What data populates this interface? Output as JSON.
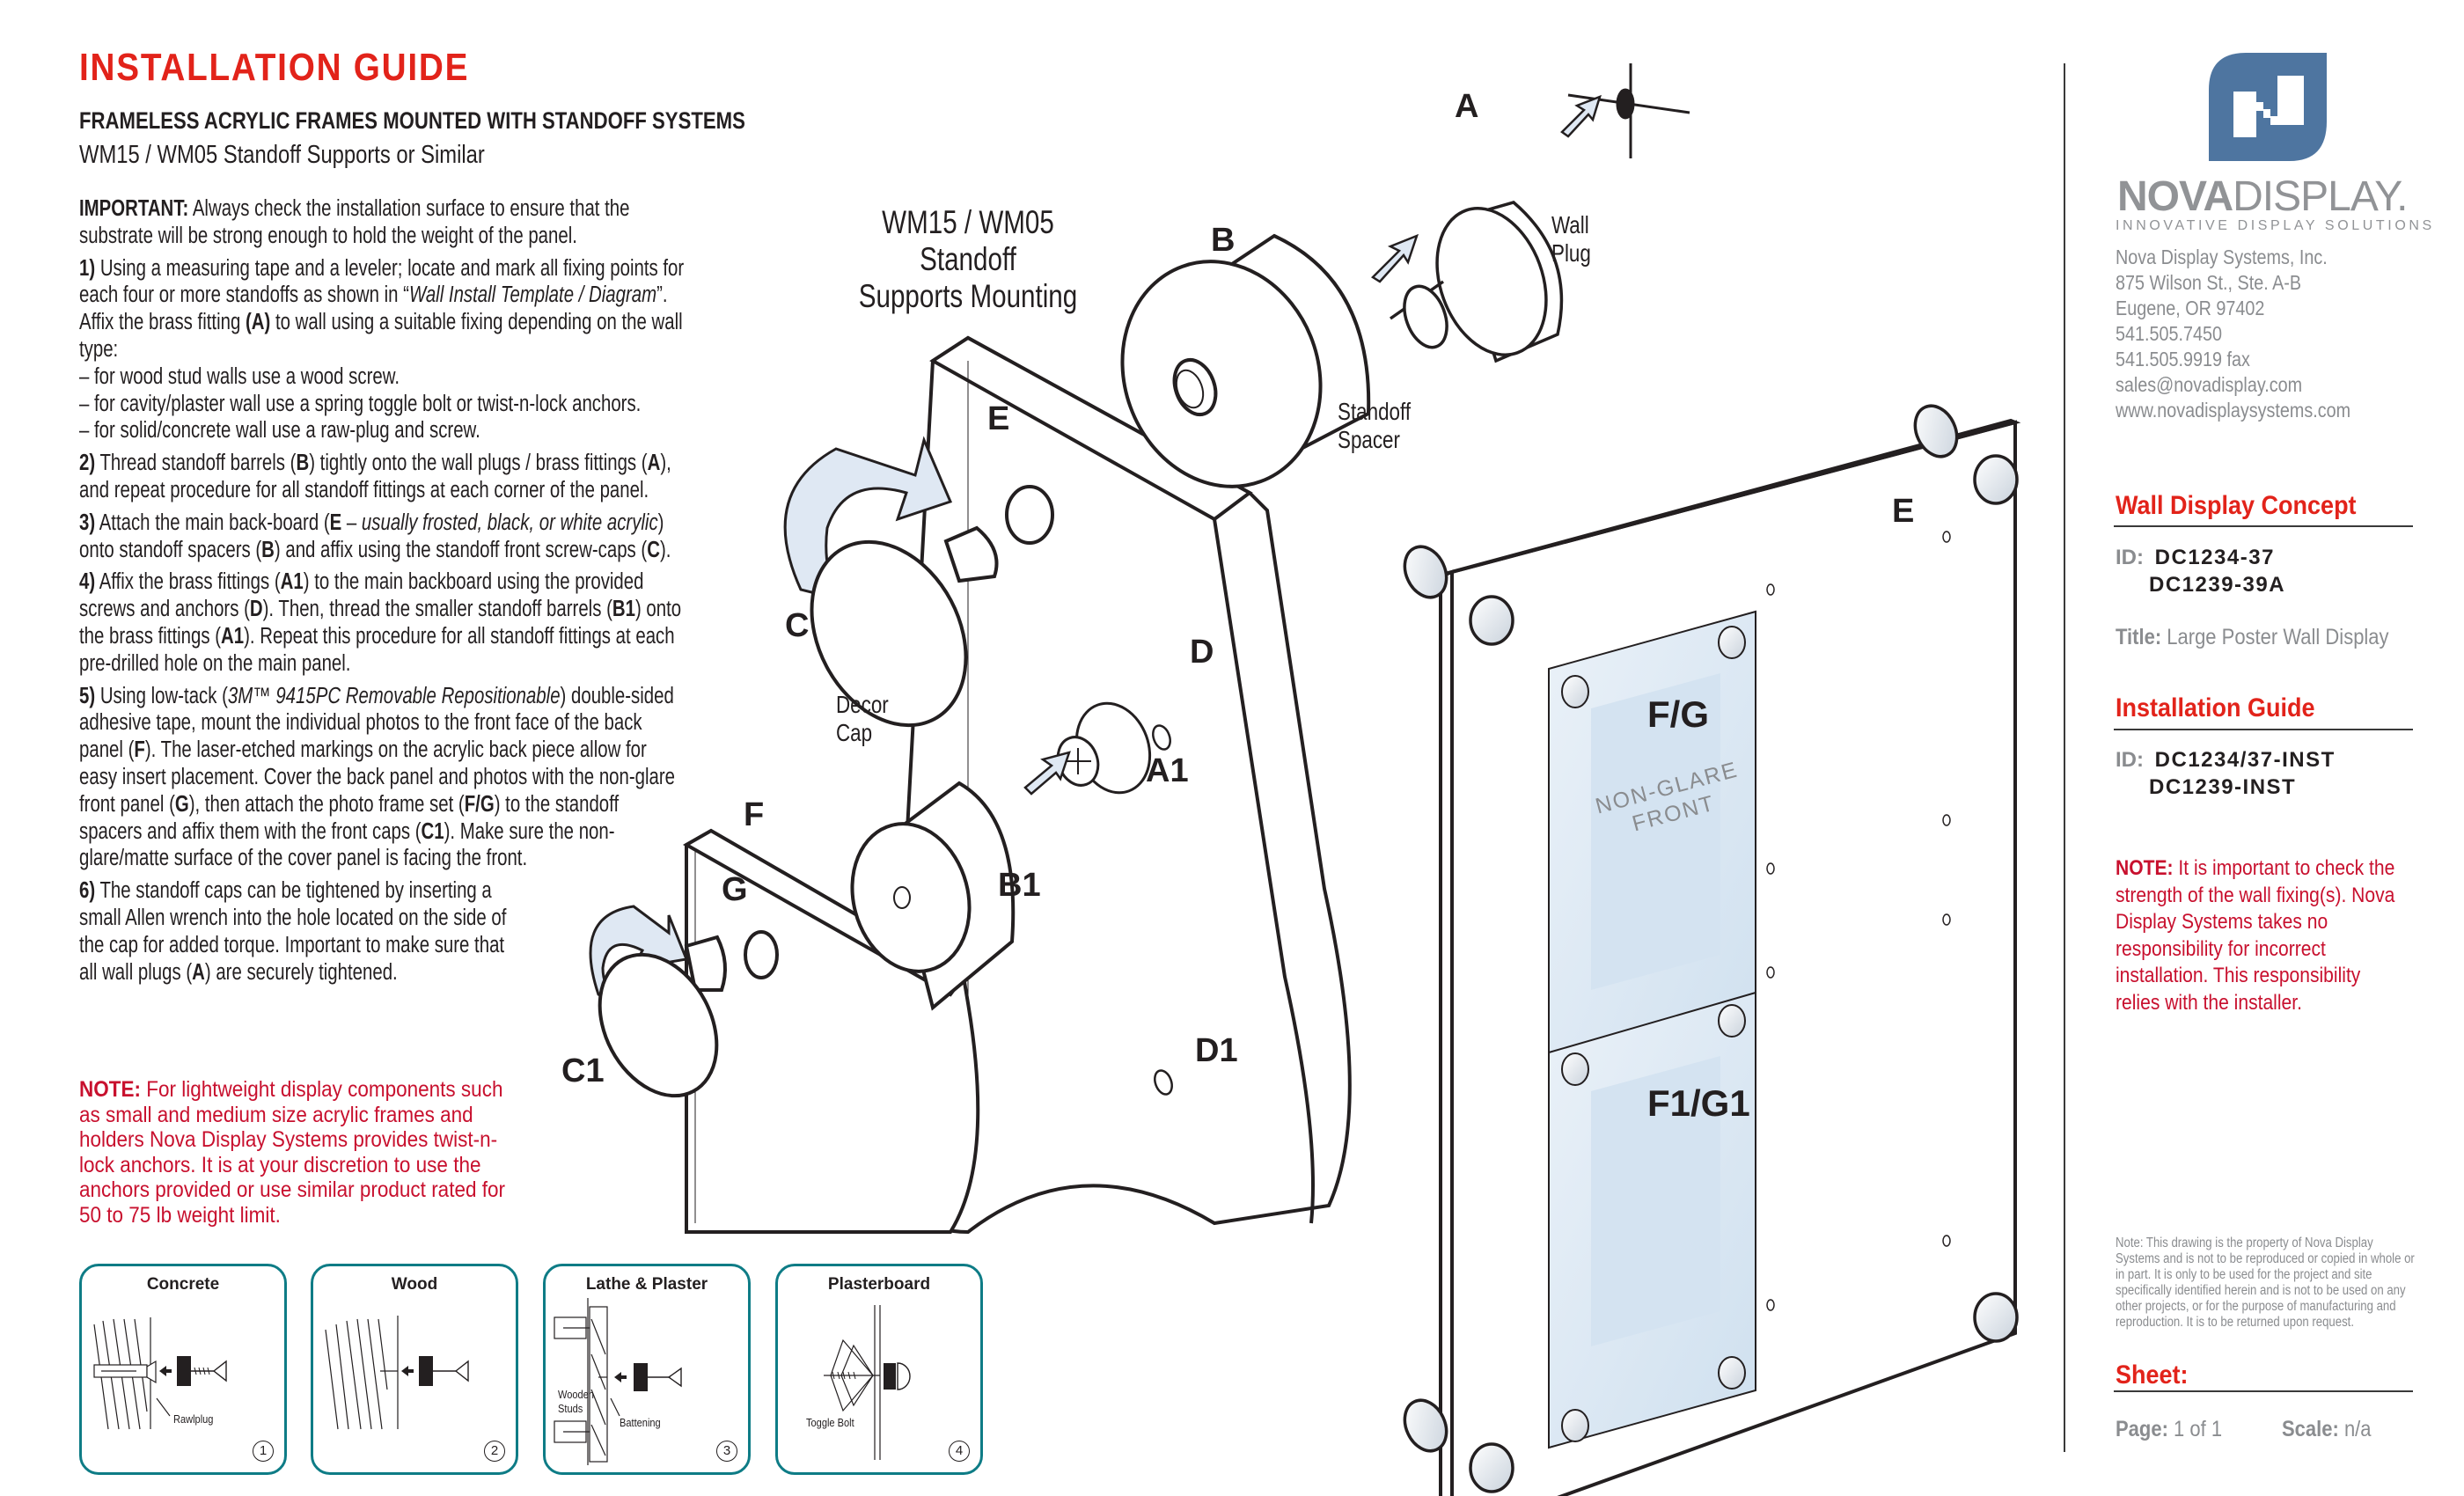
{
  "header": {
    "title": "INSTALLATION GUIDE",
    "subtitle": "FRAMELESS ACRYLIC FRAMES MOUNTED WITH STANDOFF SYSTEMS",
    "subtitle2": "WM15 / WM05 Standoff Supports or Similar"
  },
  "instructions": {
    "important_label": "IMPORTANT:",
    "important_text": " Always check the installation surface to ensure that the substrate will be strong enough to hold the weight of the panel.",
    "step1": {
      "num": "1)",
      "text_a": " Using a measuring tape and a leveler; locate and mark all fixing points for each four or more standoffs as shown in “",
      "italic": "Wall Install Template / Diagram",
      "text_b": "”. Affix the brass fitting ",
      "ref": "(A)",
      "text_c": " to wall using a suitable fixing depending on the wall type:",
      "bullets": [
        "– for wood stud walls use a wood screw.",
        "– for cavity/plaster wall use a spring toggle bolt or twist-n-lock anchors.",
        "– for solid/concrete wall use a raw-plug and screw."
      ]
    },
    "step2": {
      "num": "2)",
      "a": " Thread standoff barrels (",
      "r1": "B",
      "b": ") tightly onto the wall plugs / brass fittings (",
      "r2": "A",
      "c": "), and repeat procedure for all standoff fittings at each corner of the panel."
    },
    "step3": {
      "num": "3)",
      "a": " Attach the main back-board (",
      "r1": "E",
      "b": " – ",
      "italic": "usually frosted, black, or white acrylic",
      "c": ") onto standoff spacers (",
      "r2": "B",
      "d": ") and affix using the standoff front screw-caps (",
      "r3": "C",
      "e": ")."
    },
    "step4": {
      "num": "4)",
      "a": " Affix the brass fittings (",
      "r1": "A1",
      "b": ") to the main backboard using the provided screws and anchors (",
      "r2": "D",
      "c": "). Then, thread the smaller standoff barrels (",
      "r3": "B1",
      "d": ") onto the brass fittings (",
      "r4": "A1",
      "e": "). Repeat this procedure for all standoff fittings at each pre-drilled hole on the main panel."
    },
    "step5": {
      "num": "5)",
      "a": " Using low-tack (",
      "italic": "3M™ 9415PC Removable Repositionable",
      "b": ") double-sided adhesive tape, mount the individual photos to the front face of the back panel (",
      "r1": "F",
      "c": "). The laser-etched markings on the acrylic back piece allow for easy insert placement. Cover the back panel and photos with the non-glare front panel (",
      "r2": "G",
      "d": "), then attach the photo frame set (",
      "r3": "F/G",
      "e": ") to the standoff spacers and affix them with the front caps (",
      "r4": "C1",
      "f": "). Make sure the non-glare/matte surface of the cover panel is facing the front."
    },
    "step6": {
      "num": "6)",
      "a": " The standoff caps can be tightened by inserting a small Allen wrench into the hole located on the side of the cap for added torque. Important to make sure that all wall plugs (",
      "r1": "A",
      "b": ") are securely tightened."
    }
  },
  "left_note": {
    "label": "NOTE:",
    "text": " For lightweight display components such as small and medium size acrylic frames and holders Nova Display Systems provides twist-n-lock anchors. It is at your discretion to use the anchors provided or use similar product rated for 50 to 75 lb weight limit."
  },
  "wall_types": [
    {
      "title": "Concrete",
      "number": "1",
      "labels": [
        "Rawlplug"
      ]
    },
    {
      "title": "Wood",
      "number": "2",
      "labels": []
    },
    {
      "title": "Lathe & Plaster",
      "number": "3",
      "labels": [
        "Wooden",
        "Studs",
        "Battening"
      ]
    },
    {
      "title": "Plasterboard",
      "number": "4",
      "labels": [
        "Toggle Bolt"
      ]
    }
  ],
  "diagram": {
    "mounting_title_line1": "WM15 / WM05 Standoff",
    "mounting_title_line2": "Supports Mounting",
    "labels": {
      "A": "A",
      "B": "B",
      "C": "C",
      "C1": "C1",
      "D": "D",
      "D1": "D1",
      "E": "E",
      "E2": "E",
      "F": "F",
      "G": "G",
      "A1": "A1",
      "B1": "B1",
      "FG": "F/G",
      "F1G1": "F1/G1"
    },
    "captions": {
      "wall_plug_1": "Wall",
      "wall_plug_2": "Plug",
      "spacer_1": "Standoff",
      "spacer_2": "Spacer",
      "decor_1": "Decor",
      "decor_2": "Cap",
      "nonglare_1": "NON-GLARE",
      "nonglare_2": "FRONT"
    }
  },
  "sidebar": {
    "logo": {
      "bold": "NOVA",
      "light": "DISPLAY",
      "mark": ".",
      "tagline": "INNOVATIVE DISPLAY SOLUTIONS"
    },
    "company": [
      "Nova Display Systems, Inc.",
      "875 Wilson St., Ste. A-B",
      "Eugene, OR 97402",
      "541.505.7450",
      "541.505.9919 fax",
      "sales@novadisplay.com",
      "www.novadisplaysystems.com"
    ],
    "concept": {
      "heading": "Wall Display Concept",
      "id_label": "ID:",
      "ids": [
        "DC1234-37",
        "DC1239-39A"
      ],
      "title_label": "Title:",
      "title_value": " Large Poster Wall Display"
    },
    "guide": {
      "heading": "Installation Guide",
      "id_label": "ID:",
      "ids": [
        "DC1234/37-INST",
        "DC1239-INST"
      ]
    },
    "note": {
      "label": "NOTE:",
      "text": " It is important to check the strength of the wall fixing(s). Nova Display Systems takes no responsibility for incorrect installation. This responsibility relies with the installer."
    },
    "legal": "Note: This drawing is the property of Nova Display Systems and is not to be reproduced or copied in whole or in part. It is only to be used for the project and site specifically identified herein and is not to be used on any other projects, or for the purpose of manufacturing and reproduction. It is to be returned upon request.",
    "sheet": {
      "heading": "Sheet:",
      "page_label": "Page:",
      "page_value": " 1 of 1",
      "scale_label": "Scale:",
      "scale_value": "  n/a"
    }
  },
  "colors": {
    "accent_red": "#e2231a",
    "note_red": "#c8102e",
    "brand_blue": "#4e75a0",
    "brand_gray": "#919396",
    "box_teal": "#0e7c86",
    "arrow_fill": "#dfe8f3"
  }
}
